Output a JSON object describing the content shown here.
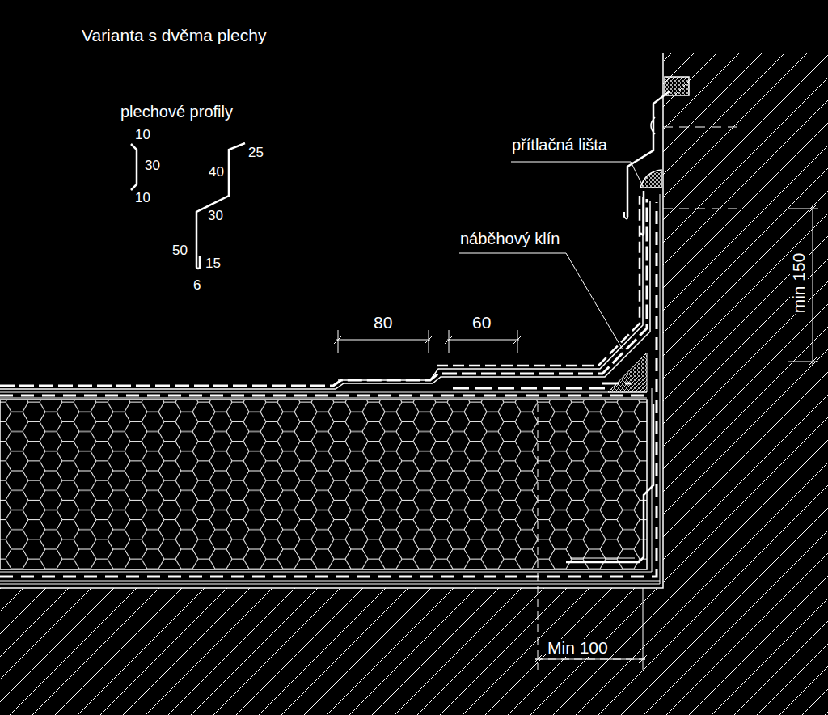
{
  "diagram": {
    "title": "Varianta s dvěma plechy",
    "labels": [
      "plechové profily",
      "10",
      "30",
      "10",
      "25",
      "40",
      "30",
      "50",
      "15",
      "6",
      "přítlačná lišta",
      "náběhový klín",
      "80",
      "60",
      "min 150",
      "Min 100"
    ]
  }
}
